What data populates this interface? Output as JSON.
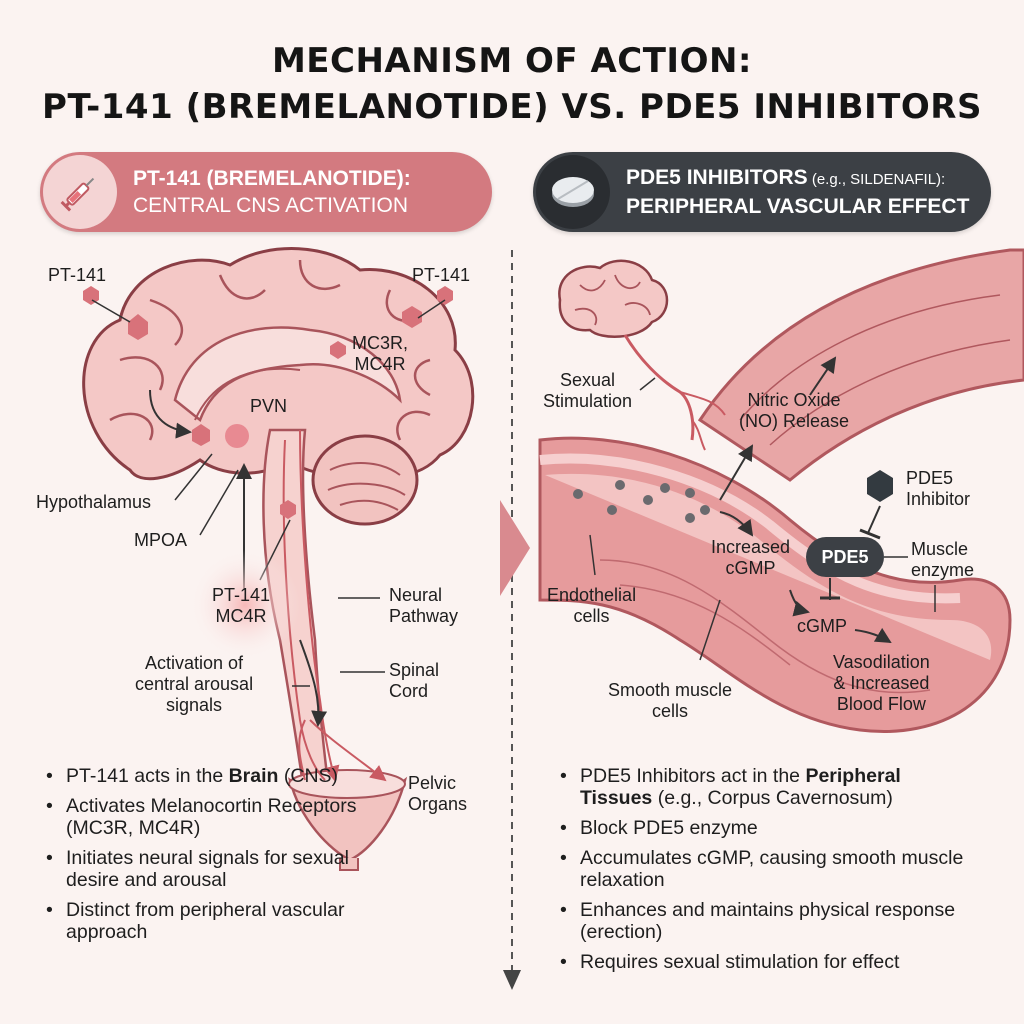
{
  "title": {
    "line1": "MECHANISM OF ACTION:",
    "line2": "PT-141 (BREMELANOTIDE) VS. PDE5 INHIBITORS"
  },
  "left_panel": {
    "header_line1": "PT-141 (BREMELANOTIDE):",
    "header_line2": "CENTRAL CNS ACTIVATION",
    "icon": "syringe-icon",
    "labels": {
      "pt141_left": "PT-141",
      "pt141_right": "PT-141",
      "mc3r_mc4r": "MC3R,\nMC4R",
      "pvn": "PVN",
      "hypothalamus": "Hypothalamus",
      "mpoa": "MPOA",
      "pt141_mc4r": "PT-141\nMC4R",
      "neural_pathway": "Neural\nPathway",
      "activation": "Activation of\ncentral arousal\nsignals",
      "spinal_cord": "Spinal\nCord",
      "pelvic_organs": "Pelvic\nOrgans"
    },
    "bullets": [
      {
        "pre": "PT-141 acts in the ",
        "bold": "Brain",
        "post": " (CNS)"
      },
      {
        "pre": "Activates Melanocortin Receptors (MC3R, MC4R)",
        "bold": "",
        "post": ""
      },
      {
        "pre": "Initiates neural signals for sexual desire and arousal",
        "bold": "",
        "post": ""
      },
      {
        "pre": "Distinct from peripheral vascular approach",
        "bold": "",
        "post": ""
      }
    ]
  },
  "right_panel": {
    "header_line1": "PDE5 INHIBITORS",
    "header_line1_small": " (e.g., SILDENAFIL):",
    "header_line2": "PERIPHERAL VASCULAR EFFECT",
    "icon": "pill-icon",
    "labels": {
      "sexual_stimulation": "Sexual\nStimulation",
      "nitric_oxide": "Nitric Oxide\n(NO) Release",
      "pde5_inhibitor": "PDE5\nInhibitor",
      "increased_cgmp": "Increased\ncGMP",
      "pde5": "PDE5",
      "muscle_enzyme": "Muscle\nenzyme",
      "endothelial": "Endothelial\ncells",
      "cgmp": "cGMP",
      "vasodilation": "Vasodilation\n& Increased\nBlood Flow",
      "smooth_muscle": "Smooth muscle\ncells"
    },
    "bullets": [
      {
        "pre": "PDE5 Inhibitors act in the ",
        "bold": "Peripheral Tissues",
        "post": " (e.g., Corpus Cavernosum)"
      },
      {
        "pre": "Block PDE5 enzyme",
        "bold": "",
        "post": ""
      },
      {
        "pre": "Accumulates cGMP, causing smooth muscle relaxation",
        "bold": "",
        "post": ""
      },
      {
        "pre": "Enhances and maintains physical response (erection)",
        "bold": "",
        "post": ""
      },
      {
        "pre": "Requires sexual stimulation for effect",
        "bold": "",
        "post": ""
      }
    ]
  },
  "colors": {
    "left_accent": "#d37a80",
    "right_accent": "#3c4045",
    "tissue_pink": "#f2c2c0",
    "vessel_red": "#d9878a"
  }
}
